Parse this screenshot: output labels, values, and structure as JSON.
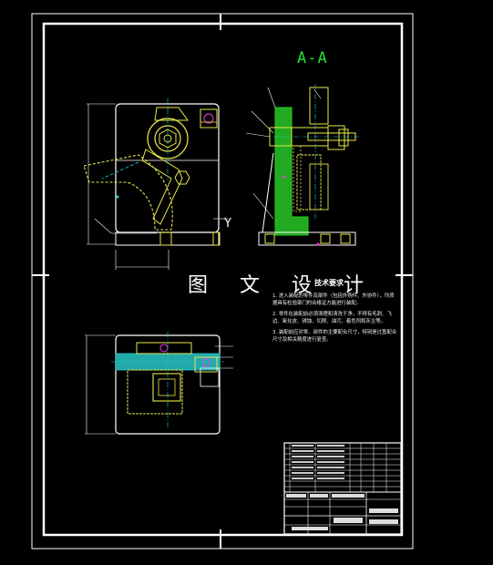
{
  "drawing": {
    "section_label": "A-A",
    "dimension_letter": "Y",
    "watermark": "图 文 设 计",
    "tech_requirements": {
      "title": "技术要求",
      "lines": [
        "1. 进入装配的零件及部件（包括外购件、外协件），均须",
        "据具有检验部门的合格证方能进行装配。",
        "2. 零件在装配前必须清理和清洗干净，不得有毛刺、飞",
        "边、氧化皮、锈蚀、切屑、油污、着色剂和灰尘等。",
        "3. 装配前应对零、部件的主要配合尺寸，特别是过盈配合",
        "尺寸及相关精度进行复查。"
      ]
    },
    "colors": {
      "background": "#000000",
      "border": "#ffffff",
      "outline": "#ffffff",
      "part_yellow": "#e8e84a",
      "section_green": "#22cc22",
      "accent_cyan": "#22cccc",
      "leader_magenta": "#ff33ff",
      "label_green": "#22dd33"
    }
  }
}
